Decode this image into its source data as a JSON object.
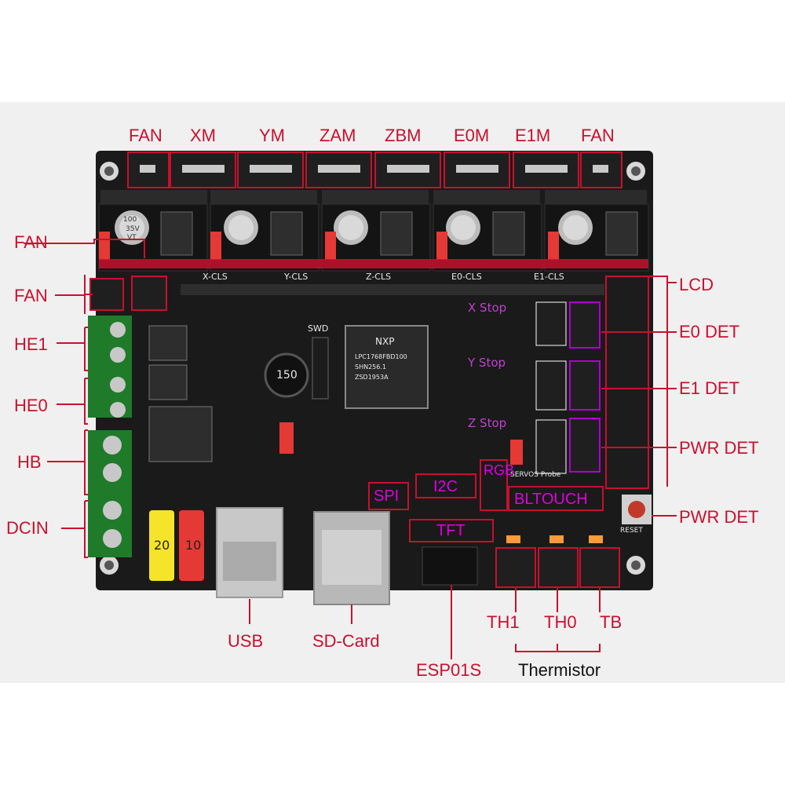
{
  "colors": {
    "callout": "#c8102e",
    "interface": "#e000e0",
    "pcb": "#1a1a1a",
    "background": "#f0f0f0"
  },
  "top_labels": [
    "FAN",
    "XM",
    "YM",
    "ZAM",
    "ZBM",
    "E0M",
    "E1M",
    "FAN"
  ],
  "left_labels": [
    "FAN",
    "FAN",
    "HE1",
    "HE0",
    "HB",
    "DCIN"
  ],
  "right_labels": [
    "LCD",
    "E0 DET",
    "E1 DET",
    "PWR DET",
    "PWR DET"
  ],
  "bottom_labels": [
    "USB",
    "SD-Card",
    "ESP01S",
    "TH1",
    "TH0",
    "TB",
    "Thermistor"
  ],
  "interface_labels": [
    "SPI",
    "I2C",
    "RGB",
    "TFT",
    "BLTOUCH"
  ],
  "stop_labels": [
    "X Stop",
    "Y Stop",
    "Z Stop"
  ],
  "silkscreen": {
    "cls": [
      "X-CLS",
      "Y-CLS",
      "Z-CLS",
      "E0-CLS",
      "E1-CLS"
    ],
    "mcu_brand": "NXP",
    "mcu_text": [
      "LPC1768FBD100",
      "SHN256.1",
      "ZSD1953A"
    ],
    "inductor": "150",
    "swd": "SWD",
    "servos_probe": "SERVOS Probe",
    "reset": "RESET",
    "fuse_a": "20",
    "fuse_b": "10",
    "cap": [
      "100",
      "35V",
      "VT"
    ]
  }
}
